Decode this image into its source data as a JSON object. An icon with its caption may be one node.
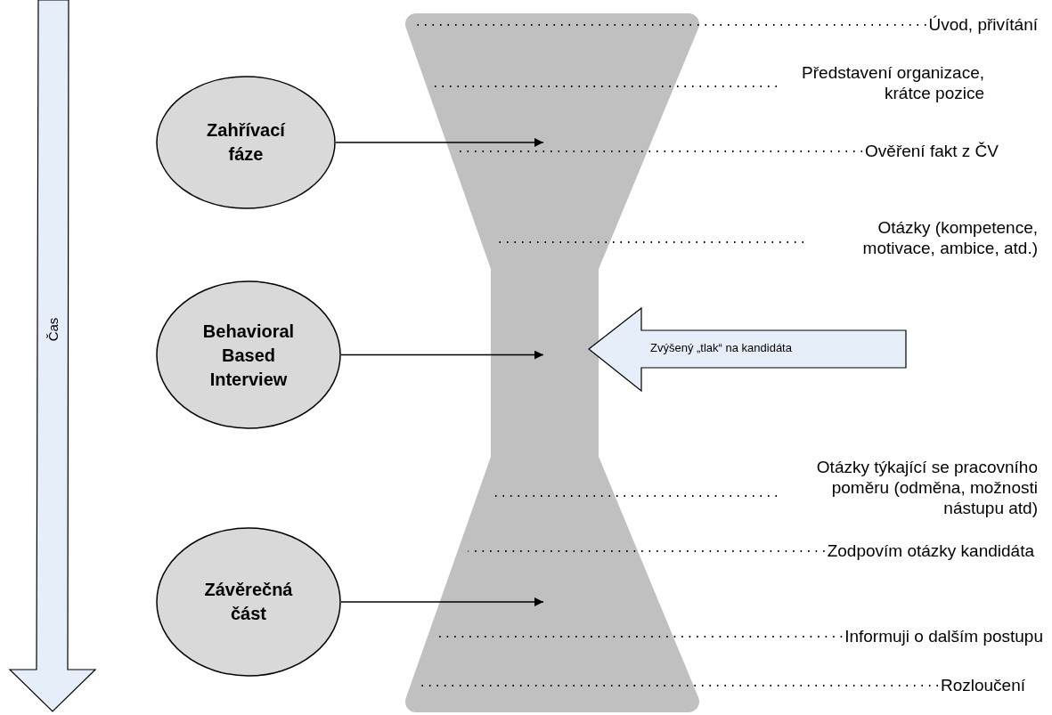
{
  "diagram": {
    "nodes": [
      {
        "text": [
          "Čas"
        ]
      },
      {
        "text": [],
        "shape": "hourglass"
      },
      {
        "text": [
          "Zahřívací fáze"
        ]
      },
      {
        "text": [
          "Behavioral Based Interview"
        ]
      },
      {
        "text": [
          "Závěrečná část"
        ]
      },
      {
        "text": [
          "Zvýšený „tlak“ na kandidáta"
        ]
      },
      {
        "text": [
          "Úvod, přivítání"
        ]
      },
      {
        "text": [
          "Představení organizace, krátce pozice"
        ]
      },
      {
        "text": [
          "Ověření fakt z ČV"
        ]
      },
      {
        "text": [
          "Otázky (kompetence, motivace, ambice, atd.)"
        ]
      },
      {
        "text": [
          "Otázky týkající se pracovního poměru (odměna, možnosti nástupu atd)"
        ]
      },
      {
        "text": [
          "Zodpovím otázky kandidáta"
        ]
      },
      {
        "text": [
          "Informuji o dalším postupu"
        ]
      },
      {
        "text": [
          "Rozloučení"
        ]
      }
    ],
    "edges": [
      {
        "from": 2,
        "to": 1,
        "arrow": "to"
      },
      {
        "from": 3,
        "to": 1,
        "arrow": "to"
      },
      {
        "from": 4,
        "to": 1,
        "arrow": "to"
      },
      {
        "from": 6,
        "to": 1,
        "arrow": "none",
        "style": "dashed"
      },
      {
        "from": 7,
        "to": 1,
        "arrow": "none",
        "style": "dashed"
      },
      {
        "from": 8,
        "to": 1,
        "arrow": "none",
        "style": "dashed"
      },
      {
        "from": 9,
        "to": 1,
        "arrow": "none",
        "style": "dashed"
      },
      {
        "from": 10,
        "to": 1,
        "arrow": "none",
        "style": "dashed"
      },
      {
        "from": 11,
        "to": 1,
        "arrow": "none",
        "style": "dashed"
      },
      {
        "from": 12,
        "to": 1,
        "arrow": "none",
        "style": "dashed"
      },
      {
        "from": 13,
        "to": 1,
        "arrow": "none",
        "style": "dashed"
      }
    ]
  }
}
